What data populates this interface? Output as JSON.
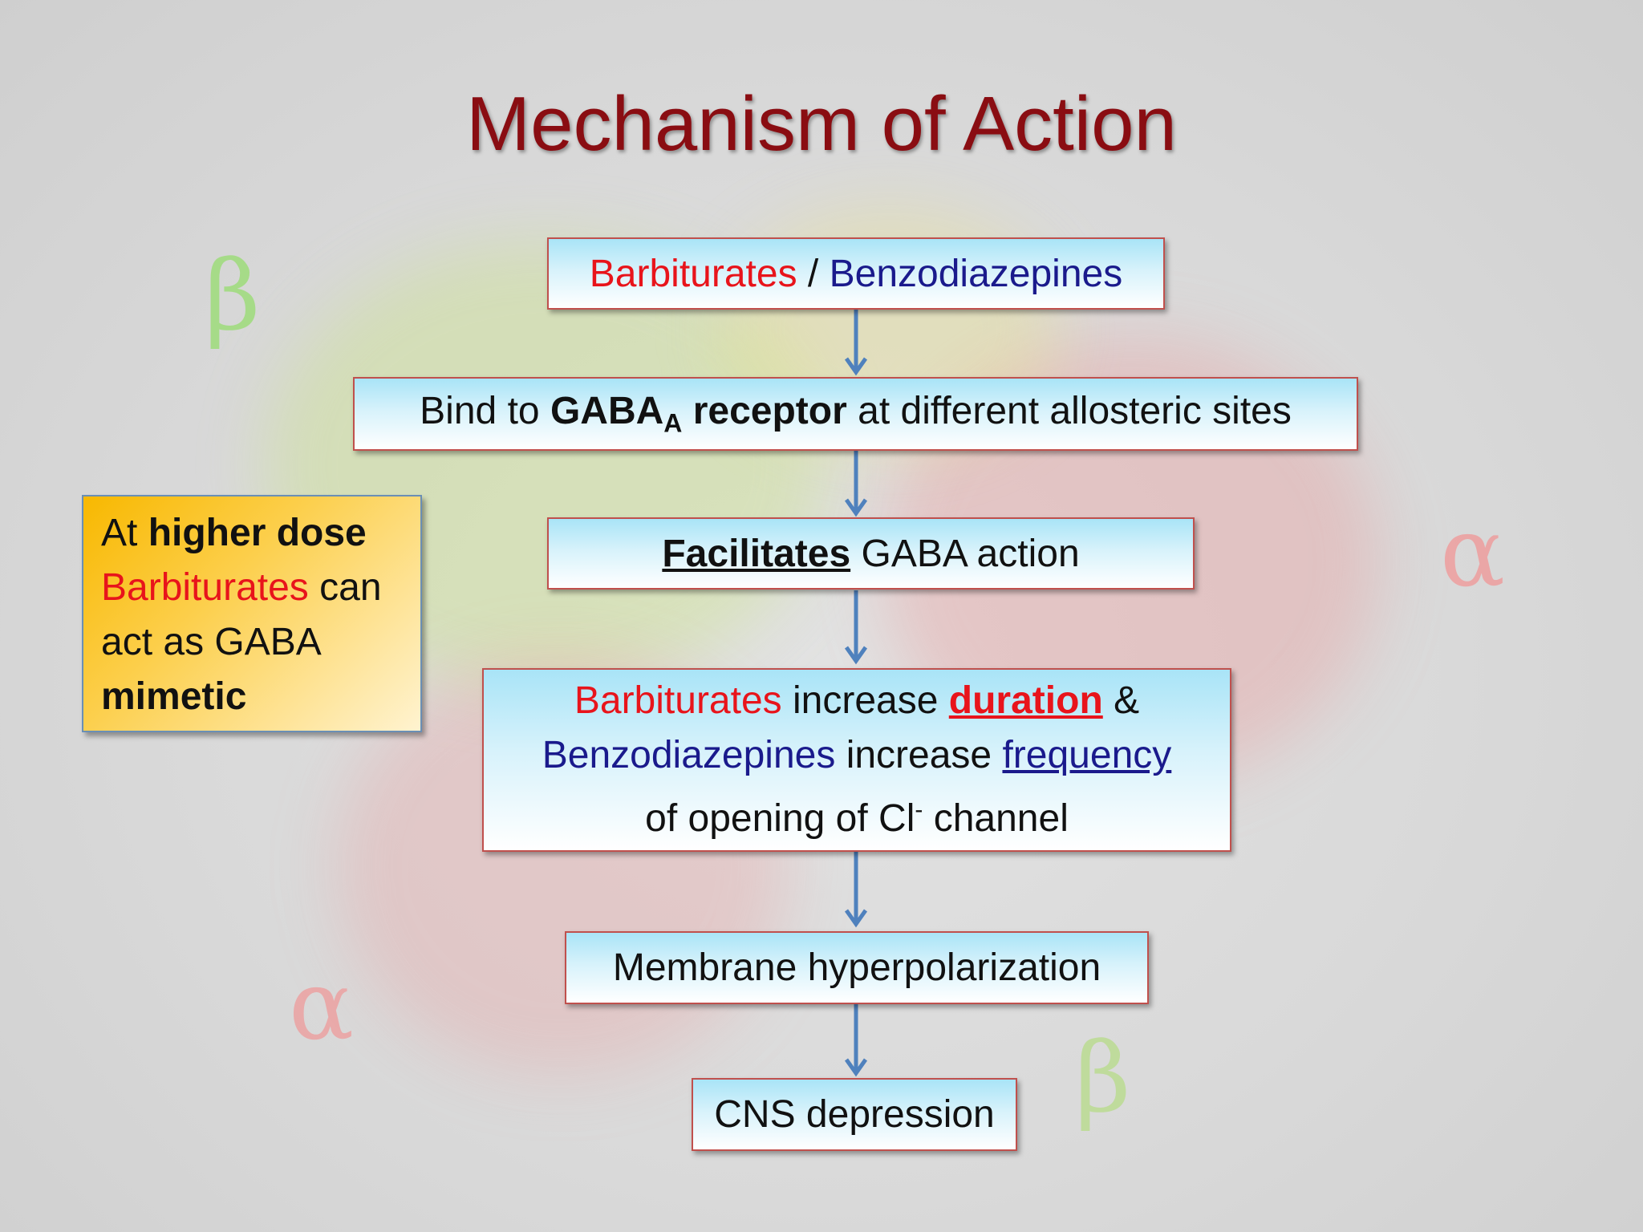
{
  "title": "Mechanism of Action",
  "boxes": {
    "drugs": {
      "barbiturates": "Barbiturates",
      "slash": "/",
      "benzodiazepines": "Benzodiazepines"
    },
    "bind": {
      "pre": "Bind to",
      "gaba": "GABA",
      "sub": "A",
      "receptor": "receptor",
      "post": "at different allosteric sites"
    },
    "facilitates": {
      "bold": "Facilitates",
      "rest": "GABA action"
    },
    "increase": {
      "barbiturates": "Barbiturates",
      "increase1": "increase",
      "duration": "duration",
      "amp": "&",
      "benzodiazepines": "Benzodiazepines",
      "increase2": "increase",
      "frequency": "frequency",
      "opening": "of opening of Cl",
      "sup": "-",
      "channel": "channel"
    },
    "hyperpolarization": "Membrane hyperpolarization",
    "cns": "CNS depression"
  },
  "note": {
    "at": "At",
    "higher_dose": "higher dose",
    "barbiturates": "Barbiturates",
    "can": "can",
    "act_as": "act as GABA",
    "mimetic": "mimetic"
  },
  "background_symbols": [
    "β",
    "α",
    "α",
    "β"
  ],
  "colors": {
    "title": "#8a0d12",
    "barbiturates": "#e8141b",
    "benzodiazepines": "#1a1a8c",
    "arrow": "#4f81bd",
    "box_border": "#c0504d"
  }
}
